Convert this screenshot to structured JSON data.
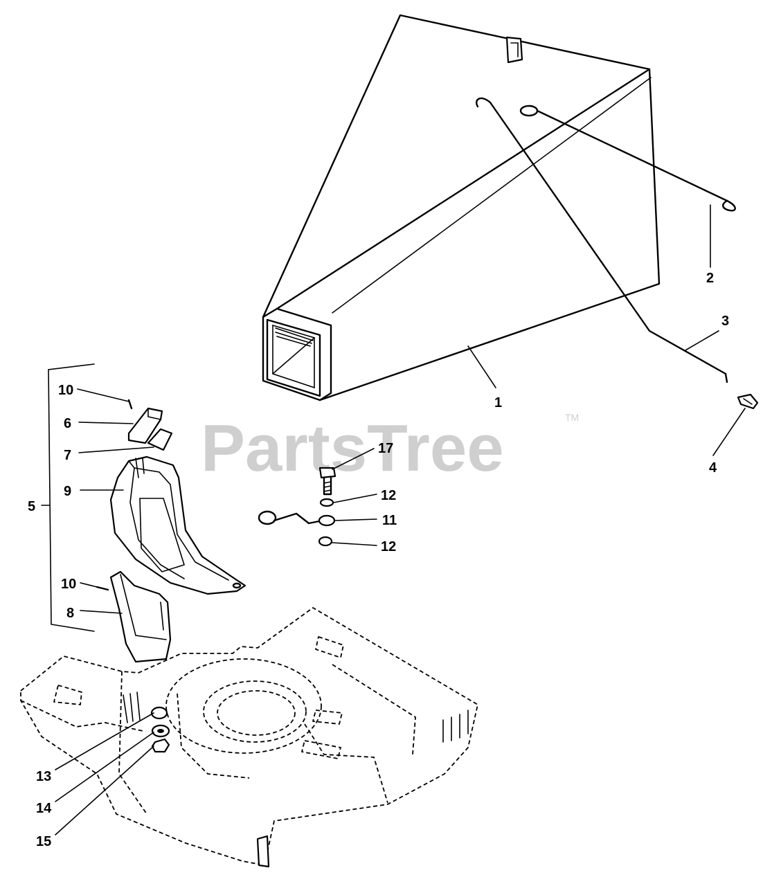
{
  "watermark": {
    "text": "PartsTree",
    "trademark": "TM"
  },
  "callouts": {
    "c1": "1",
    "c2": "2",
    "c3": "3",
    "c4": "4",
    "c5": "5",
    "c6": "6",
    "c7": "7",
    "c8": "8",
    "c9": "9",
    "c10a": "10",
    "c10b": "10",
    "c11": "11",
    "c12a": "12",
    "c12b": "12",
    "c13": "13",
    "c14": "14",
    "c15": "15",
    "c17": "17"
  }
}
